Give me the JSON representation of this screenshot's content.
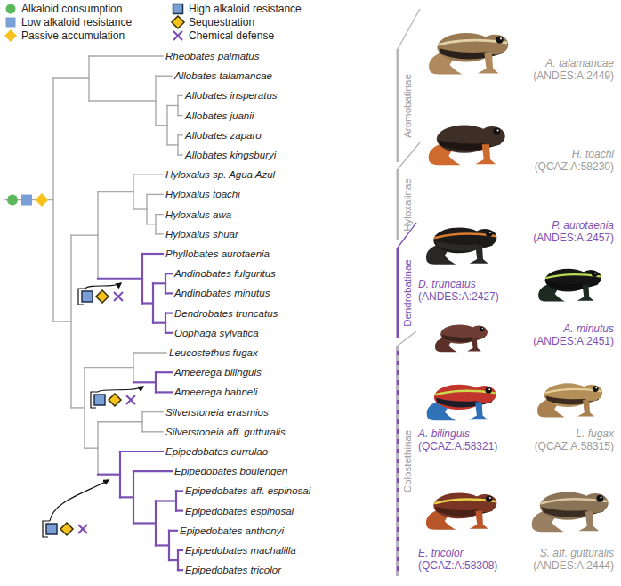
{
  "diagram": {
    "nodes": [
      {
        "text": [
          "A. talamancae",
          "(ANDES:A:2449)"
        ]
      },
      {
        "text": [
          "H. toachi",
          "(QCAZ:A:58230)"
        ]
      },
      {
        "text": [
          "D. truncatus",
          "(ANDES:A:2427)"
        ]
      },
      {
        "text": [
          "P. aurotaenia",
          "(ANDES:A:2457)"
        ]
      },
      {
        "text": [
          "A. minutus",
          "(ANDES:A:2451)"
        ]
      },
      {
        "text": [
          "A. bilinguis",
          "(QCAZ:A:58321)"
        ]
      },
      {
        "text": [
          "L. fugax",
          "(QCAZ:A:58315)"
        ]
      },
      {
        "text": [
          "E. tricolor",
          "(QCAZ:A:58308)"
        ]
      },
      {
        "text": [
          "S. aff. gutturalis",
          "(ANDES:A:2444)"
        ]
      }
    ],
    "labels": [
      "Rheobates palmatus",
      "Allobates talamancae",
      "Allobates insperatus",
      "Allobates juanii",
      "Allobates zaparo",
      "Allobates kingsburyi",
      "Hyloxalus sp. Agua Azul",
      "Hyloxalus toachi",
      "Hyloxalus awa",
      "Hyloxalus shuar",
      "Phyllobates aurotaenia",
      "Andinobates fulguritus",
      "Andinobates minutus",
      "Dendrobates truncatus",
      "Oophaga sylvatica",
      "Leucostethus fugax",
      "Ameerega bilinguis",
      "Ameerega hahneli",
      "Silverstoneia erasmios",
      "Silverstoneia aff. gutturalis",
      "Epipedobates currulao",
      "Epipedobates boulengeri",
      "Epipedobates aff. espinosai",
      "Epipedobates espinosai",
      "Epipedobates anthonyi",
      "Epipedobates machalilla",
      "Epipedobates tricolor",
      "Aromobatinae",
      "Hyloxalinae",
      "Dendrobatinae",
      "Colostethinae"
    ],
    "legend": [
      {
        "text": "Alkaloid consumption"
      },
      {
        "text": "Low alkaloid resistance"
      },
      {
        "text": "Passive accumulation"
      },
      {
        "text": "High alkaloid resistance"
      },
      {
        "text": "Sequestration"
      },
      {
        "text": "Chemical defense"
      }
    ]
  }
}
